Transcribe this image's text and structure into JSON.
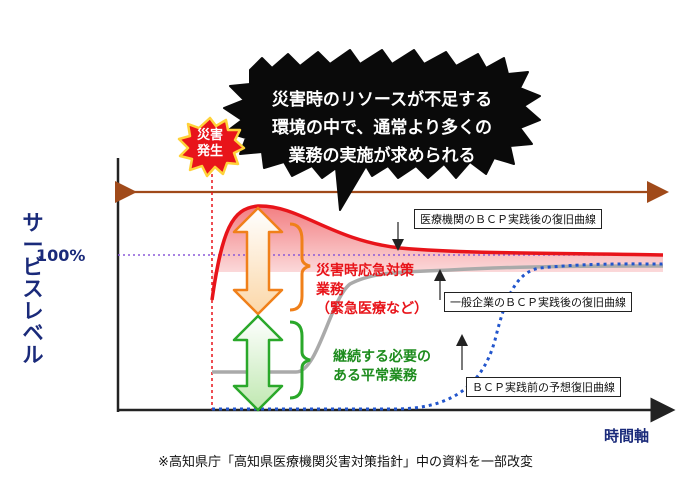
{
  "y_axis_label": [
    "サ",
    "ー",
    "ビ",
    "ス",
    "レ",
    "ベ",
    "ル"
  ],
  "level_100": "100%",
  "x_axis_label": "時間軸",
  "disaster_burst": [
    "災害",
    "発生"
  ],
  "speech_bubble": [
    "災害時のリソースが不足する",
    "環境の中で、通常より多くの",
    "業務の実施が求められる"
  ],
  "curves": {
    "medical_bcp": "医療機関のＢＣＰ実践後の復旧曲線",
    "general_bcp": "一般企業のＢＣＰ実践後の復旧曲線",
    "pre_bcp": "ＢＣＰ実践前の予想復旧曲線"
  },
  "emergency_label": [
    "災害時応急対策",
    "業務",
    "（緊急医療など）"
  ],
  "normal_label": [
    "継続する必要の",
    "ある平常業務"
  ],
  "footnote": "※高知県庁「高知県医療機関災害対策指針」中の資料を一部改変",
  "colors": {
    "red_curve": "#e8141a",
    "gray_curve": "#aaaaaa",
    "blue_dotted": "#2255cc",
    "timeline": "#a04a1a",
    "emergency_arrow": "#f0801a",
    "normal_arrow": "#2aa82a",
    "label_navy": "#1a2a7a"
  }
}
